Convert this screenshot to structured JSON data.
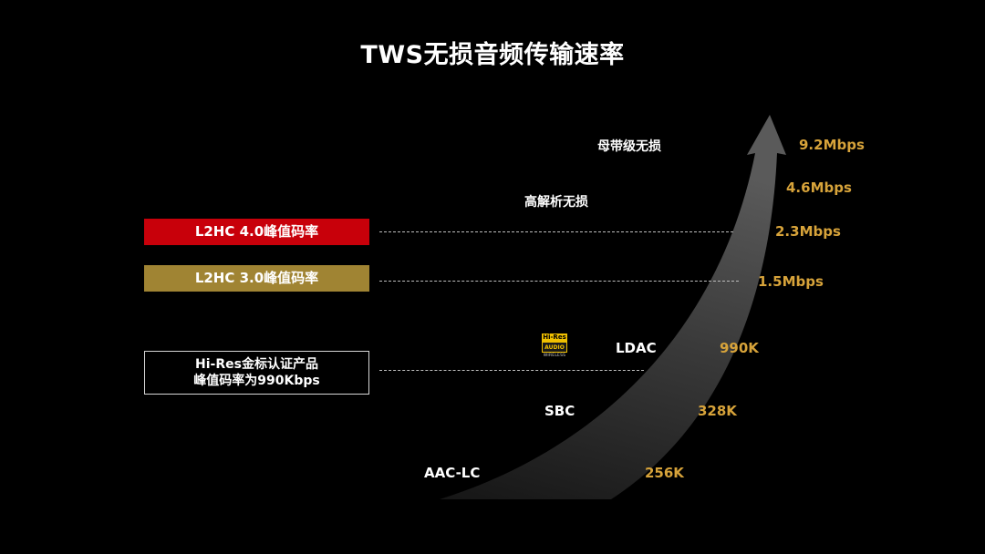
{
  "title": "TWS无损音频传输速率",
  "labels": {
    "l2hc4": "L2HC 4.0峰值码率",
    "l2hc3": "L2HC 3.0峰值码率",
    "hires_line1": "Hi-Res金标认证产品",
    "hires_line2": "峰值码率为990Kbps"
  },
  "tiers": {
    "master": "母带级无损",
    "hires_lossless": "高解析无损"
  },
  "codecs": {
    "ldac": "LDAC",
    "sbc": "SBC",
    "aac": "AAC-LC"
  },
  "rates": {
    "r92": "9.2Mbps",
    "r46": "4.6Mbps",
    "r23": "2.3Mbps",
    "r15": "1.5Mbps",
    "r990": "990K",
    "r328": "328K",
    "r256": "256K"
  },
  "hires_logo": {
    "top": "Hi-Res",
    "middle": "AUDIO",
    "bottom": "WIRELESS"
  },
  "colors": {
    "accent_red": "#c8000a",
    "accent_gold": "#a08433",
    "rate_text": "#d7a33a"
  }
}
